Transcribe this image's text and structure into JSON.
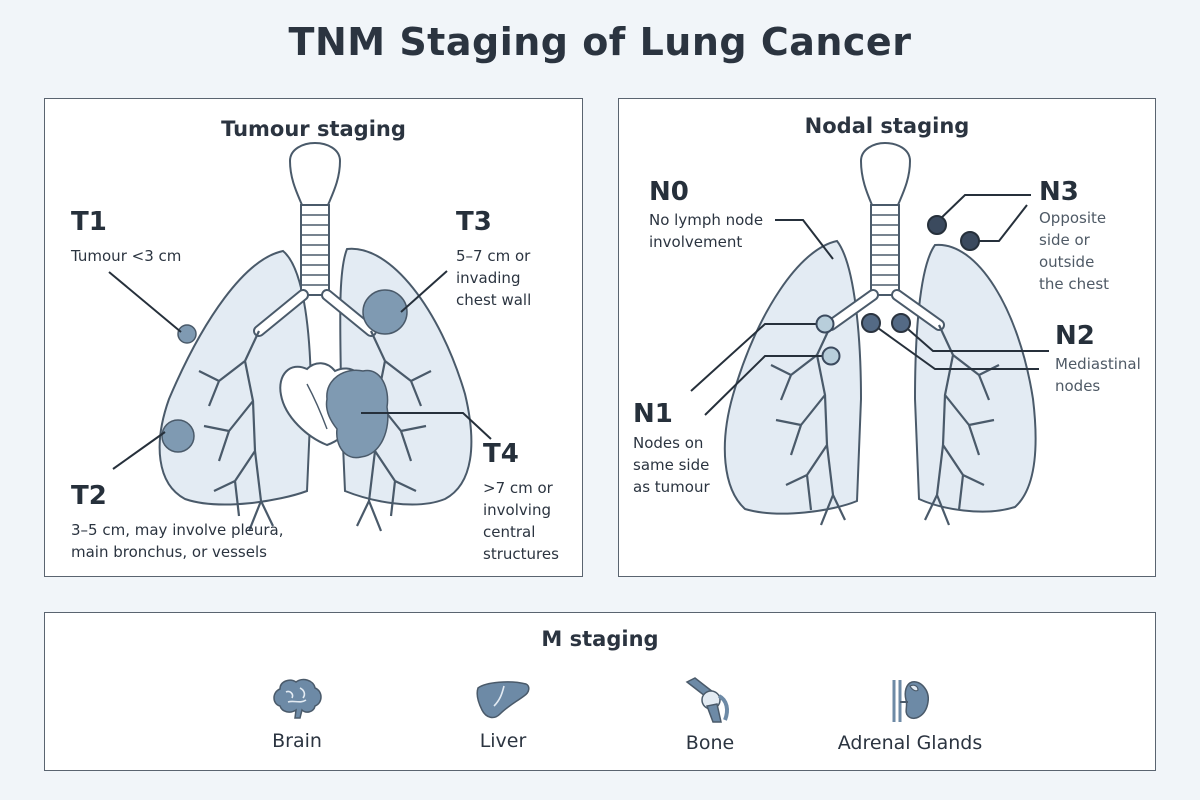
{
  "title": "TNM Staging of Lung Cancer",
  "tumour": {
    "heading": "Tumour staging",
    "t1": {
      "label": "T1",
      "desc": "Tumour <3 cm"
    },
    "t2": {
      "label": "T2",
      "desc_lines": [
        "3–5 cm, may involve pleura,",
        "main bronchus, or vessels"
      ]
    },
    "t3": {
      "label": "T3",
      "desc_lines": [
        "5–7 cm or",
        "invading",
        "chest wall"
      ]
    },
    "t4": {
      "label": "T4",
      "desc_lines": [
        ">7 cm or",
        "involving",
        "central",
        "structures"
      ]
    }
  },
  "nodal": {
    "heading": "Nodal staging",
    "n0": {
      "label": "N0",
      "desc_lines": [
        "No lymph node",
        "involvement"
      ]
    },
    "n1": {
      "label": "N1",
      "desc_lines": [
        "Nodes on",
        "same side",
        "as tumour"
      ]
    },
    "n2": {
      "label": "N2",
      "desc_lines": [
        "Mediastinal",
        "nodes"
      ]
    },
    "n3": {
      "label": "N3",
      "desc_lines": [
        "Opposite",
        "side or",
        "outside",
        "the chest"
      ]
    }
  },
  "metastasis": {
    "heading": "M staging",
    "sites": [
      {
        "name": "Brain",
        "icon": "brain-icon"
      },
      {
        "name": "Liver",
        "icon": "liver-icon"
      },
      {
        "name": "Bone",
        "icon": "bone-icon"
      },
      {
        "name": "Adrenal Glands",
        "icon": "adrenal-glands-icon"
      }
    ]
  },
  "colors": {
    "lung_fill": "#e3ebf3",
    "outline": "#4a5a6a",
    "tumour": "#7f9ab2",
    "node_n1": "#b8cedb",
    "node_n2": "#546a85",
    "node_n3": "#3b4a5e",
    "panel_border": "#5a6470",
    "background": "#f1f5f9",
    "icon": "#6d8aa6"
  }
}
